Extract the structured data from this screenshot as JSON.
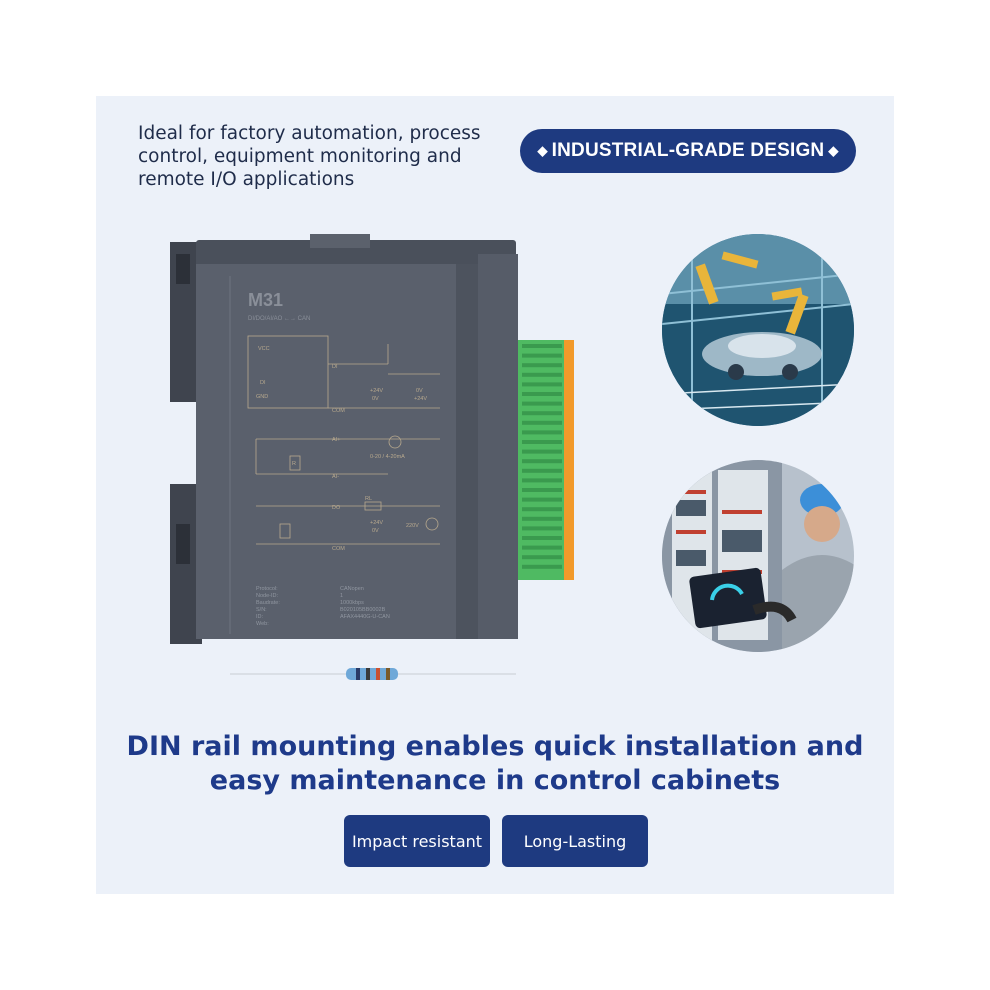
{
  "intro_text": "Ideal for factory automation, process control, equipment monitoring and remote I/O applications",
  "pill_title": "INDUSTRIAL-GRADE DESIGN",
  "headline_line1": "DIN rail mounting enables quick installation and",
  "headline_line2": "easy maintenance in control cabinets",
  "badges": [
    "Impact resistant",
    "Long-Lasting"
  ],
  "device": {
    "model": "M31",
    "subtitle": "DI/DO/AI/AO ←→ CAN",
    "diagram": {
      "vcc": "VCC",
      "di": "DI",
      "gnd": "GND",
      "di_right": "DI",
      "v24": "+24V",
      "v0": "0V",
      "v0b": "0V",
      "v24b": "+24V",
      "com": "COM",
      "ai_plus": "AI+",
      "ai_range": "0-20 / 4-20mA",
      "ai_minus": "AI-",
      "r_box": "R",
      "do": "DO",
      "rl": "RL",
      "do_v24": "+24V",
      "do_v0": "0V",
      "v220": "220V",
      "com2": "COM"
    },
    "specs": [
      {
        "label": "Protocol:",
        "value": "CANopen"
      },
      {
        "label": "Node-ID:",
        "value": "1"
      },
      {
        "label": "Baudrate:",
        "value": "1000kbps"
      },
      {
        "label": "S/N:",
        "value": "B020105BB0002B"
      },
      {
        "label": "ID:",
        "value": "AFAX4440G-U-CAN"
      },
      {
        "label": "Web:",
        "value": ""
      }
    ]
  },
  "colors": {
    "navy": "#1e3a80",
    "headline": "#1e3a8a",
    "panel": "#ecf1f9",
    "device_body": "#545a66",
    "terminal_green": "#4fba62",
    "terminal_orange": "#f29a2b"
  }
}
